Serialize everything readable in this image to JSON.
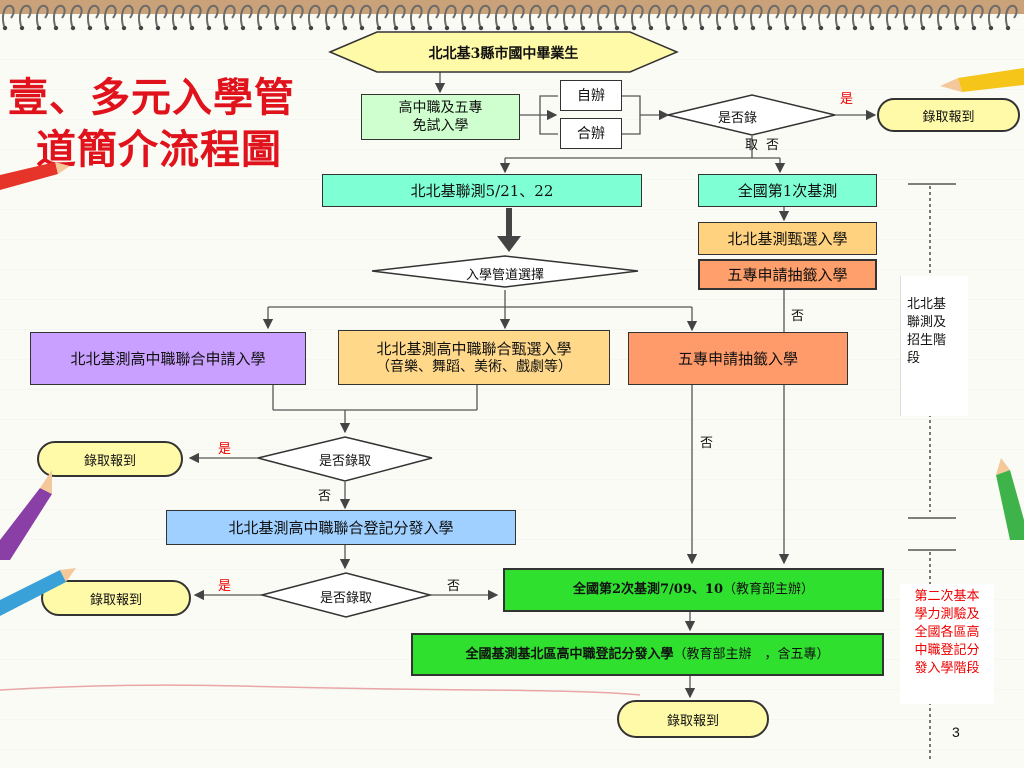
{
  "title_line1": "壹、多元入學管",
  "title_line2": "道簡介流程圖",
  "top_node": "北北基3縣市國中畢業生",
  "free_entry": "高中職及五專\n免試入學",
  "self_run": "自辦",
  "joint_run": "合辦",
  "decision1_a": "是否錄",
  "decision1_b": "取",
  "yes": "是",
  "no": "否",
  "report": "錄取報到",
  "bk_exam": "北北基聯測5/21、22",
  "national_exam1": "全國第1次基測",
  "bk_selection": "北北基測甄選入學",
  "five_year_lottery_small": "五專申請抽籤入學",
  "channel_choice": "入學管道選擇",
  "joint_apply": "北北基測高中職聯合申請入學",
  "joint_select_1": "北北基測高中職聯合甄選入學",
  "joint_select_2": "（音樂、舞蹈、美術、戲劇等）",
  "five_year_lottery": "五專申請抽籤入學",
  "decision_admit": "是否錄取",
  "joint_register": "北北基測高中職聯合登記分發入學",
  "national_exam2_main": "全國第2次基測7/09、10",
  "national_exam2_note": "（教育部主辦）",
  "national_register_main": "全國基測基北區高中職登記分發入學",
  "national_register_note": "（教育部主辦　，含五專）",
  "side_stage1": "北北基\n聯測及\n招生階\n段",
  "side_stage2": "第二次基本\n學力測驗及\n全國各區高\n中職登記分\n發入學階段",
  "page_number": "3"
}
